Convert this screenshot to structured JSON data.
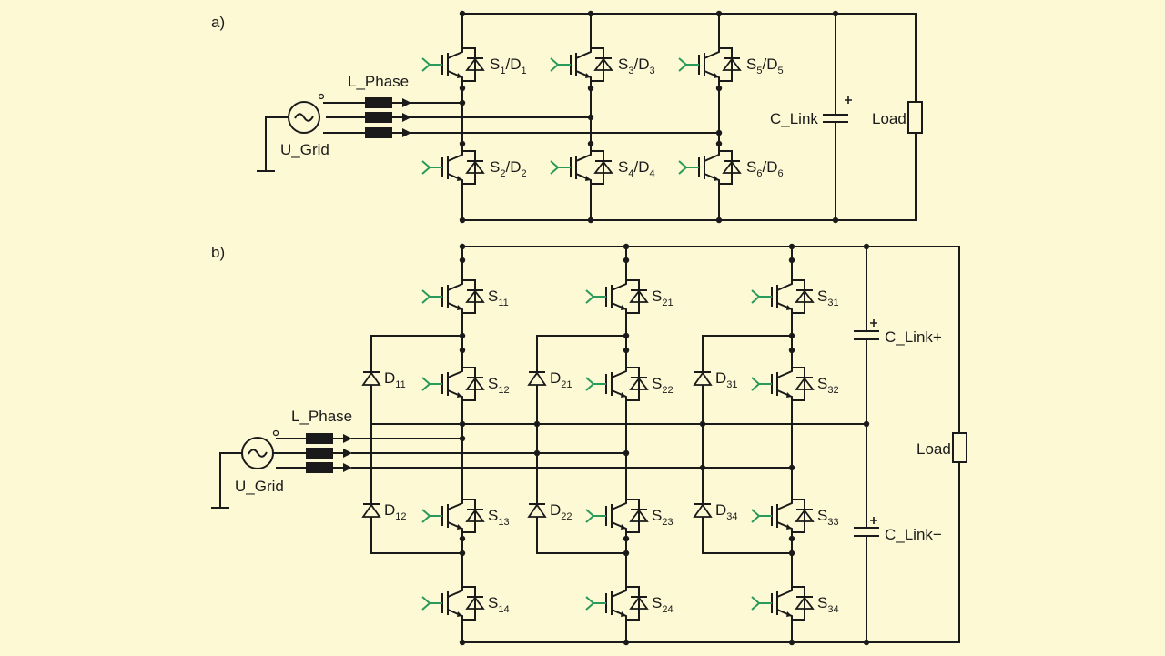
{
  "colors": {
    "background": "#fdf9d5",
    "wire": "#1a1a1a",
    "gate": "#2a9a5a"
  },
  "diagram_a": {
    "panel_label": "a)",
    "inductor_label": "L_Phase",
    "grid_label": "U_Grid",
    "cap_label": "C_Link",
    "load_label": "Load",
    "switches": [
      {
        "s": "S",
        "s_sub": "1",
        "sep": "/D",
        "d_sub": "1"
      },
      {
        "s": "S",
        "s_sub": "3",
        "sep": "/D",
        "d_sub": "3"
      },
      {
        "s": "S",
        "s_sub": "5",
        "sep": "/D",
        "d_sub": "5"
      },
      {
        "s": "S",
        "s_sub": "2",
        "sep": "/D",
        "d_sub": "2"
      },
      {
        "s": "S",
        "s_sub": "4",
        "sep": "/D",
        "d_sub": "4"
      },
      {
        "s": "S",
        "s_sub": "6",
        "sep": "/D",
        "d_sub": "6"
      }
    ]
  },
  "diagram_b": {
    "panel_label": "b)",
    "inductor_label": "L_Phase",
    "grid_label": "U_Grid",
    "cap_plus_label": "C_Link+",
    "cap_minus_label": "C_Link−",
    "load_label": "Load",
    "switches": [
      {
        "s": "S",
        "s_sub": "11"
      },
      {
        "s": "S",
        "s_sub": "21"
      },
      {
        "s": "S",
        "s_sub": "31"
      },
      {
        "s": "S",
        "s_sub": "12"
      },
      {
        "s": "S",
        "s_sub": "22"
      },
      {
        "s": "S",
        "s_sub": "32"
      },
      {
        "s": "S",
        "s_sub": "13"
      },
      {
        "s": "S",
        "s_sub": "23"
      },
      {
        "s": "S",
        "s_sub": "33"
      },
      {
        "s": "S",
        "s_sub": "14"
      },
      {
        "s": "S",
        "s_sub": "24"
      },
      {
        "s": "S",
        "s_sub": "34"
      }
    ],
    "diodes": [
      {
        "d": "D",
        "d_sub": "11"
      },
      {
        "d": "D",
        "d_sub": "21"
      },
      {
        "d": "D",
        "d_sub": "31"
      },
      {
        "d": "D",
        "d_sub": "12"
      },
      {
        "d": "D",
        "d_sub": "22"
      },
      {
        "d": "D",
        "d_sub": "34"
      }
    ]
  }
}
